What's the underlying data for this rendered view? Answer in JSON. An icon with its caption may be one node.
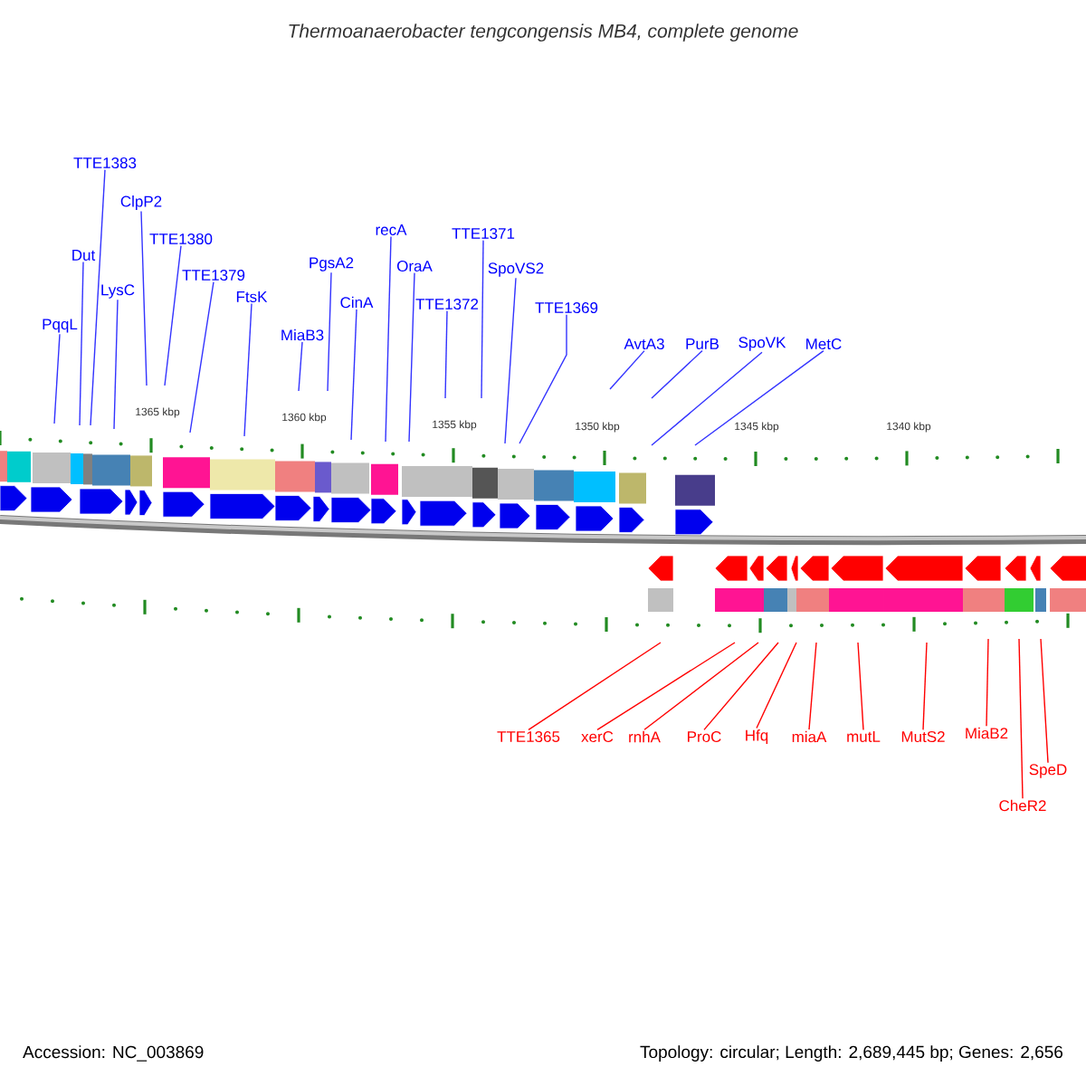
{
  "diagram": {
    "title": "Thermoanaerobacter tengcongensis MB4, complete genome",
    "nodes": [
      {
        "text": [
          "PqqL"
        ]
      },
      {
        "text": [
          "Dut"
        ]
      },
      {
        "text": [
          "TTE1383"
        ]
      },
      {
        "text": [
          "LysC"
        ]
      },
      {
        "text": [
          "ClpP2"
        ]
      },
      {
        "text": [
          "TTE1380"
        ]
      },
      {
        "text": [
          "TTE1379"
        ]
      },
      {
        "text": [
          "FtsK"
        ]
      },
      {
        "text": [
          "MiaB3"
        ]
      },
      {
        "text": [
          "PgsA2"
        ]
      },
      {
        "text": [
          "CinA"
        ]
      },
      {
        "text": [
          "recA"
        ]
      },
      {
        "text": [
          "OraA"
        ]
      },
      {
        "text": [
          "TTE1372"
        ]
      },
      {
        "text": [
          "TTE1371"
        ]
      },
      {
        "text": [
          "SpoVS2"
        ]
      },
      {
        "text": [
          "TTE1369"
        ]
      },
      {
        "text": [
          "AvtA3"
        ]
      },
      {
        "text": [
          "PurB"
        ]
      },
      {
        "text": [
          "SpoVK"
        ]
      },
      {
        "text": [
          "MetC"
        ]
      },
      {
        "text": [
          "TTE1365"
        ]
      },
      {
        "text": [
          "xerC"
        ]
      },
      {
        "text": [
          "rnhA"
        ]
      },
      {
        "text": [
          "ProC"
        ]
      },
      {
        "text": [
          "Hfq"
        ]
      },
      {
        "text": [
          "miaA"
        ]
      },
      {
        "text": [
          "mutL"
        ]
      },
      {
        "text": [
          "MutS2"
        ]
      },
      {
        "text": [
          "MiaB2"
        ]
      },
      {
        "text": [
          "SpeD"
        ]
      },
      {
        "text": [
          "CheR2"
        ]
      }
    ],
    "edges": [
      {
        "from": 0,
        "to": null,
        "arrow": "none"
      },
      {
        "from": 1,
        "to": null,
        "arrow": "none"
      },
      {
        "from": 2,
        "to": null,
        "arrow": "none"
      },
      {
        "from": 3,
        "to": null,
        "arrow": "none"
      },
      {
        "from": 4,
        "to": null,
        "arrow": "none"
      },
      {
        "from": 5,
        "to": null,
        "arrow": "none"
      },
      {
        "from": 6,
        "to": null,
        "arrow": "none"
      },
      {
        "from": 7,
        "to": null,
        "arrow": "none"
      },
      {
        "from": 8,
        "to": null,
        "arrow": "none"
      },
      {
        "from": 9,
        "to": null,
        "arrow": "none"
      },
      {
        "from": 10,
        "to": null,
        "arrow": "none"
      },
      {
        "from": 11,
        "to": null,
        "arrow": "none"
      },
      {
        "from": 12,
        "to": null,
        "arrow": "none"
      },
      {
        "from": 13,
        "to": null,
        "arrow": "none"
      },
      {
        "from": 14,
        "to": null,
        "arrow": "none"
      },
      {
        "from": 15,
        "to": null,
        "arrow": "none"
      },
      {
        "from": 16,
        "to": null,
        "arrow": "none"
      },
      {
        "from": 17,
        "to": null,
        "arrow": "none"
      },
      {
        "from": 18,
        "to": null,
        "arrow": "none"
      },
      {
        "from": 19,
        "to": null,
        "arrow": "none"
      },
      {
        "from": 20,
        "to": null,
        "arrow": "none"
      },
      {
        "from": 21,
        "to": null,
        "arrow": "none",
        "color": "#ff0000"
      },
      {
        "from": 22,
        "to": null,
        "arrow": "none",
        "color": "#ff0000"
      },
      {
        "from": 23,
        "to": null,
        "arrow": "none",
        "color": "#ff0000"
      },
      {
        "from": 24,
        "to": null,
        "arrow": "none",
        "color": "#ff0000"
      },
      {
        "from": 25,
        "to": null,
        "arrow": "none",
        "color": "#ff0000"
      },
      {
        "from": 26,
        "to": null,
        "arrow": "none",
        "color": "#ff0000"
      },
      {
        "from": 27,
        "to": null,
        "arrow": "none",
        "color": "#ff0000"
      },
      {
        "from": 28,
        "to": null,
        "arrow": "none",
        "color": "#ff0000"
      },
      {
        "from": 29,
        "to": null,
        "arrow": "none",
        "color": "#ff0000"
      },
      {
        "from": 30,
        "to": null,
        "arrow": "none",
        "color": "#ff0000"
      },
      {
        "from": 31,
        "to": null,
        "arrow": "none",
        "color": "#ff0000"
      }
    ],
    "labels": [
      "1365 kbp",
      "1360 kbp",
      "1355 kbp",
      "1350 kbp",
      "1345 kbp",
      "1340 kbp",
      "Accession: NC_003869",
      "Topology: circular; Length: 2,689,445 bp; Genes: 2,656"
    ]
  }
}
